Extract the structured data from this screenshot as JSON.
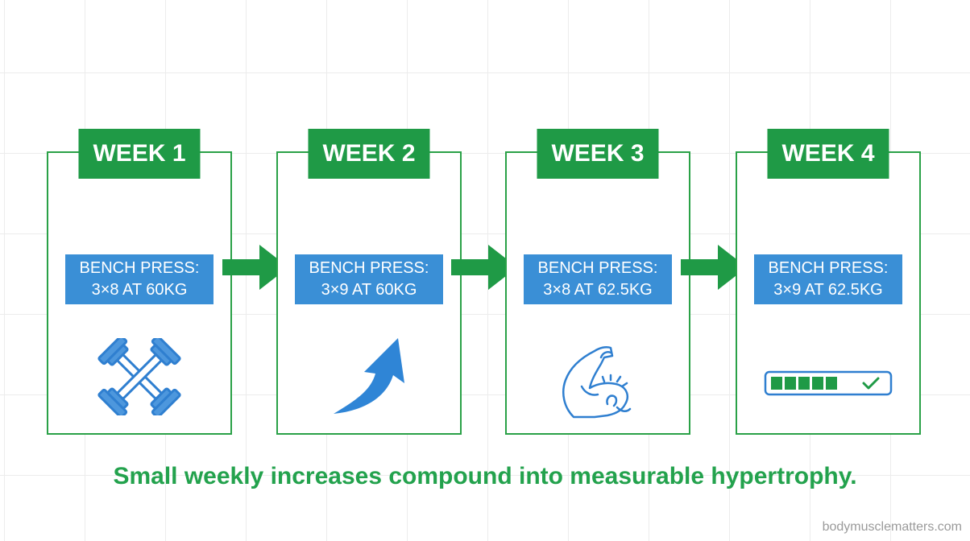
{
  "weeks": [
    {
      "label": "WEEK 1",
      "exercise_name": "BENCH PRESS:",
      "prescription": "3×8 AT 60KG",
      "icon": "dumbbells-icon"
    },
    {
      "label": "WEEK 2",
      "exercise_name": "BENCH PRESS:",
      "prescription": "3×9 AT 60KG",
      "icon": "upward-arrow-icon"
    },
    {
      "label": "WEEK 3",
      "exercise_name": "BENCH PRESS:",
      "prescription": "3×8 AT 62.5KG",
      "icon": "flexed-bicep-icon"
    },
    {
      "label": "WEEK 4",
      "exercise_name": "BENCH PRESS:",
      "prescription": "3×9 AT 62.5KG",
      "icon": "progress-bar-check-icon"
    }
  ],
  "progress_bar": {
    "filled_segments": 5,
    "total_segments": 5,
    "complete": true
  },
  "caption": "Small weekly increases compound into measurable hypertrophy.",
  "watermark": "bodymusclematters.com",
  "colors": {
    "green": "#1f9a46",
    "card_border": "#2aa147",
    "blue": "#3a8fd6",
    "icon_blue": "#2f7fd0",
    "caption_green": "#23a24d"
  }
}
